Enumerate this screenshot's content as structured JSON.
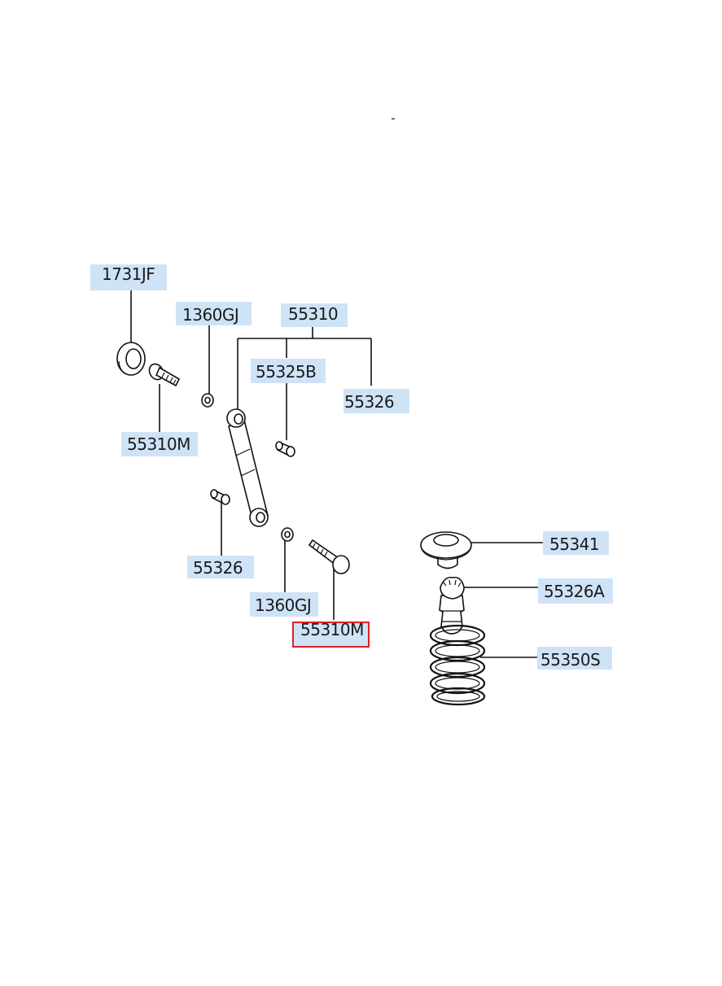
{
  "labels": [
    {
      "id": "l1",
      "text": "1731JF"
    },
    {
      "id": "l2",
      "text": "1360GJ"
    },
    {
      "id": "l3",
      "text": "55310"
    },
    {
      "id": "l4",
      "text": "55325B"
    },
    {
      "id": "l5",
      "text": "55326"
    },
    {
      "id": "l6",
      "text": "55310M"
    },
    {
      "id": "l7",
      "text": "55326"
    },
    {
      "id": "l8",
      "text": "1360GJ"
    },
    {
      "id": "l9",
      "text": "55310M",
      "selected": true
    },
    {
      "id": "l10",
      "text": "55341"
    },
    {
      "id": "l11",
      "text": "55326A"
    },
    {
      "id": "l12",
      "text": "55350S"
    }
  ],
  "colors": {
    "label_highlight": "#cfe3f7",
    "selection_border": "#e02020",
    "line": "#111111"
  }
}
